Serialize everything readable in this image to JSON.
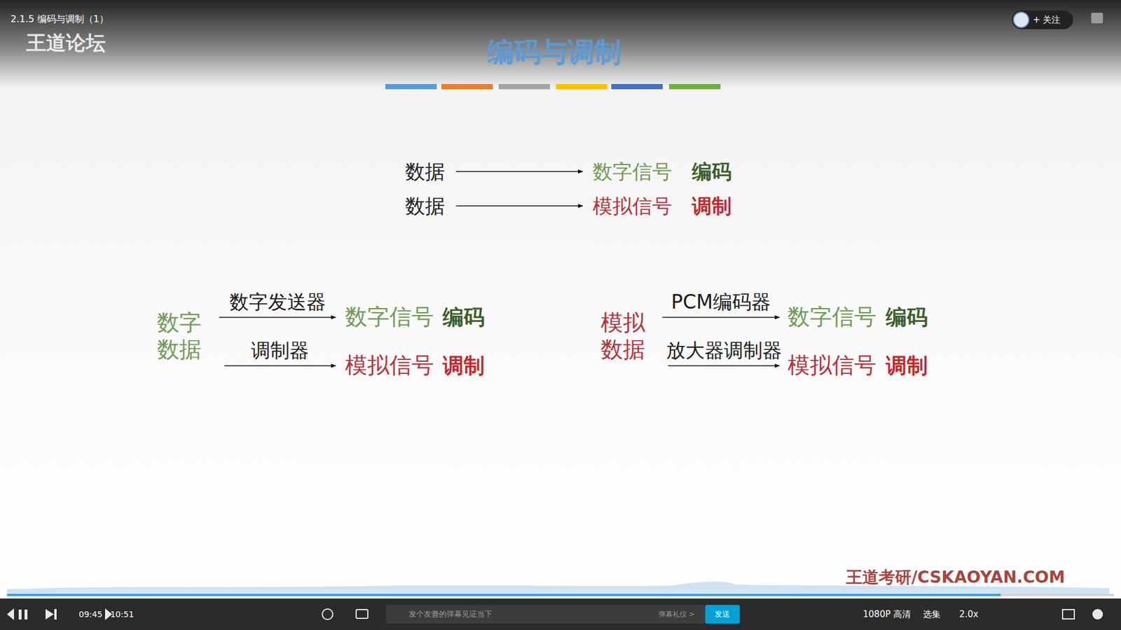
{
  "diagram": {
    "title": "编码与调制",
    "nodes": [
      {
        "text": [
          "数据"
        ]
      },
      {
        "text": [
          "数字信号"
        ]
      },
      {
        "text": [
          "数据"
        ]
      },
      {
        "text": [
          "模拟信号"
        ]
      },
      {
        "text": [
          "数字 数据"
        ]
      },
      {
        "text": [
          "数字信号"
        ]
      },
      {
        "text": [
          "模拟信号"
        ]
      },
      {
        "text": [
          "模拟 数据"
        ]
      },
      {
        "text": [
          "数字信号"
        ]
      },
      {
        "text": [
          "模拟信号"
        ]
      }
    ],
    "edges": [
      {
        "from": 0,
        "to": 1,
        "arrow": "to"
      },
      {
        "from": 2,
        "to": 3,
        "arrow": "to"
      },
      {
        "from": 4,
        "to": 5,
        "label": "数字发送器",
        "arrow": "to"
      },
      {
        "from": 4,
        "to": 6,
        "label": "调制器",
        "arrow": "to"
      },
      {
        "from": 7,
        "to": 8,
        "label": "PCM编码器",
        "arrow": "to"
      },
      {
        "from": 7,
        "to": 9,
        "label": "放大器调制器",
        "arrow": "to"
      }
    ],
    "labels": [
      "2.1.5 编码与调制（1）",
      "王道论坛",
      "+ 关注",
      "编码",
      "调制",
      "编码",
      "调制",
      "编码",
      "调制",
      "09:45 / 10:51",
      "发个友善的弹幕见证当下",
      "弹幕礼仪 >",
      "发送",
      "1080P 高清",
      "选集",
      "2.0x",
      "王道考研/CSKAOYAN.COM"
    ]
  }
}
